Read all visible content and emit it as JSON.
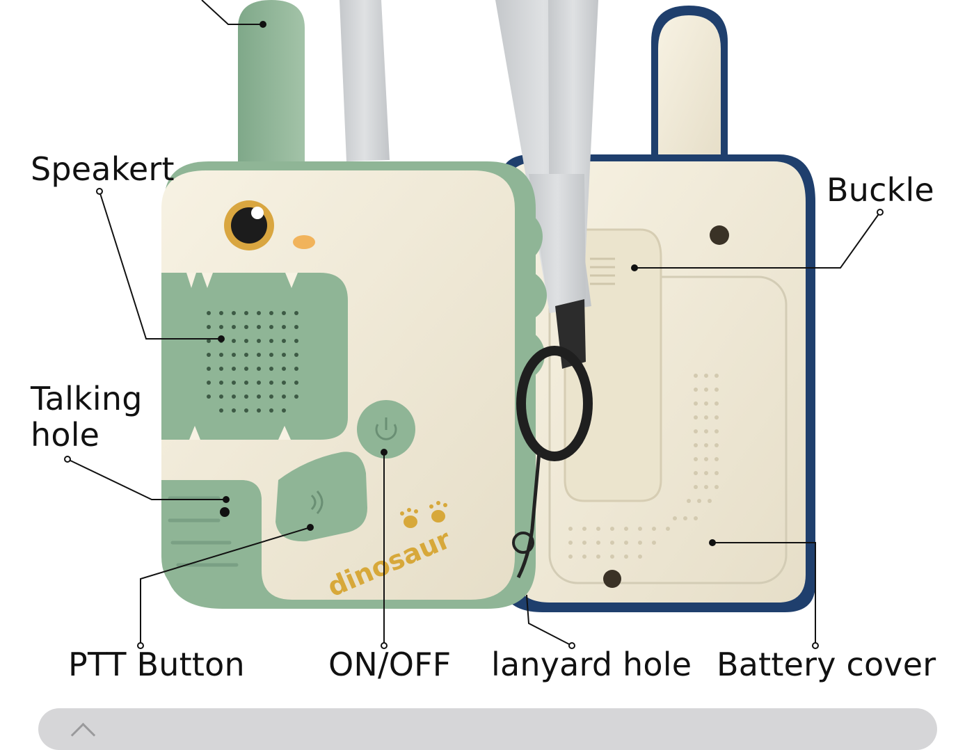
{
  "labels": {
    "speaker": "Speakert",
    "talking_hole": "Talking\nhole",
    "buckle": "Buckle",
    "ptt_button": "PTT Button",
    "on_off": "ON/OFF",
    "lanyard_hole": "lanyard hole",
    "battery_cover": "Battery cover"
  },
  "product": {
    "brand_text": "dinosaur"
  },
  "colors": {
    "front_green": "#8fb596",
    "front_green_dark": "#6f9a79",
    "body_cream": "#efe9d6",
    "back_navy": "#1f3f6d",
    "strap_gray": "#cfd2d4",
    "eye_gold": "#d9a640",
    "nose_orange": "#f1b35b",
    "brand_gold": "#d7a83a"
  }
}
